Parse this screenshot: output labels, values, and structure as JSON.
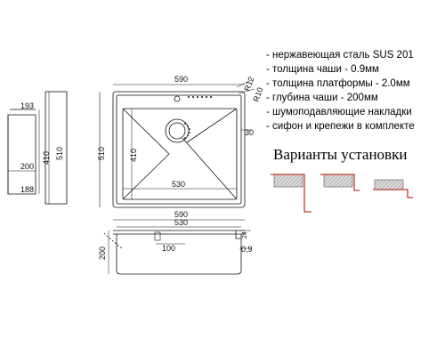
{
  "specs": [
    "- нержавеющая сталь SUS 201",
    "- толщина чаши - 0.9мм",
    "- толщина платформы - 2.0мм",
    "- глубина чаши - 200мм",
    "- шумоподавляющие накладки",
    "- сифон и крепежи в комплекте"
  ],
  "install_title": "Варианты установки",
  "dims": {
    "top_width": "590",
    "top_height": "510",
    "inner_height": "410",
    "inner_width": "530",
    "radius_outer": "R12",
    "radius_inner": "R10",
    "rim_offset": "30",
    "side_height": "510",
    "side_inner_height": "410",
    "side_top": "193",
    "side_mid": "200",
    "side_bottom": "188",
    "front_width_outer": "590",
    "front_width_inner": "530",
    "front_depth": "200",
    "front_drain": "100",
    "front_rim": "24",
    "front_thickness": "0,9"
  },
  "colors": {
    "line": "#111111",
    "install_hatch": "#9a9a9a",
    "install_red": "#c0392b"
  }
}
